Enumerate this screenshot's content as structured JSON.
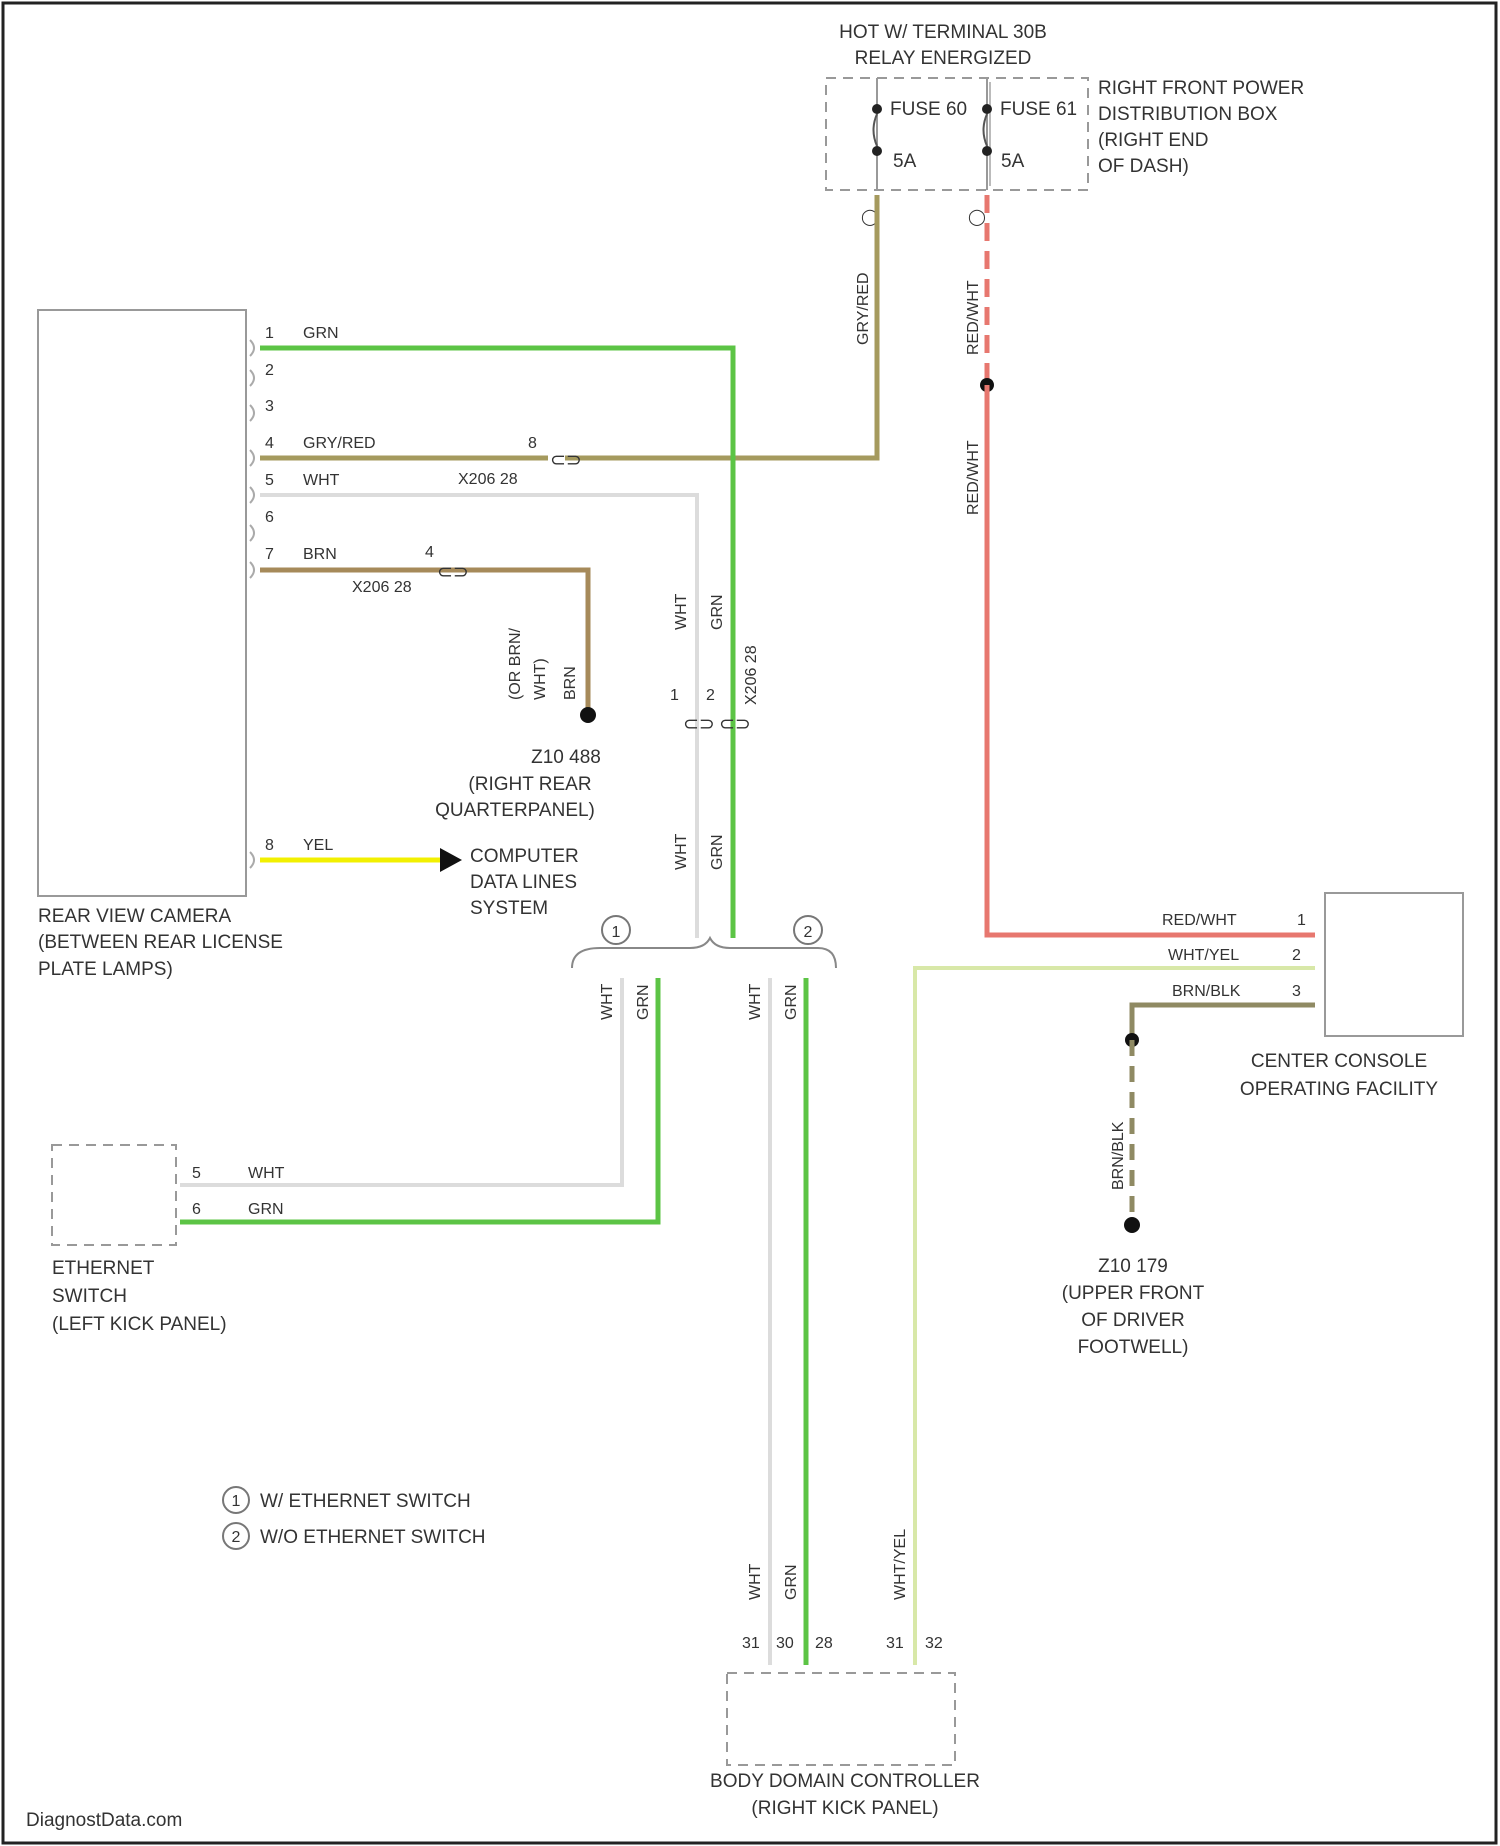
{
  "colors": {
    "grn": "#5cc445",
    "gry_red": "#a59a5e",
    "wht": "#dcdcdc",
    "brn": "#a68a5a",
    "yel": "#f2f000",
    "red": "#e7776f",
    "wht_yel": "#d8e8a8",
    "brn_blk": "#8f8a63",
    "outline": "#999999",
    "text": "#333333"
  },
  "top": {
    "title_line1": "HOT W/ TERMINAL 30B",
    "title_line2": "RELAY ENERGIZED",
    "fuse1_label": "FUSE 60",
    "fuse1_rating": "5A",
    "fuse2_label": "FUSE 61",
    "fuse2_rating": "5A",
    "pdb_line1": "RIGHT FRONT POWER",
    "pdb_line2": "DISTRIBUTION BOX",
    "pdb_line3": "(RIGHT END",
    "pdb_line4": "OF DASH)",
    "wire_left_color": "GRY/RED",
    "wire_right_color": "RED/WHT",
    "wire_right_color2": "RED/WHT"
  },
  "camera": {
    "name_line1": "REAR VIEW CAMERA",
    "name_line2": "(BETWEEN REAR LICENSE",
    "name_line3": "PLATE LAMPS)",
    "pins": [
      "1",
      "2",
      "3",
      "4",
      "5",
      "6",
      "7"
    ],
    "pin1_color": "GRN",
    "pin4_color": "GRY/RED",
    "pin5_color": "WHT",
    "pin7_color": "BRN",
    "pin8": "8",
    "pin8_color": "YEL",
    "conn4_pin": "8",
    "conn4_id": "X206 28",
    "conn7_pin": "4",
    "conn7_id": "X206 28"
  },
  "ground_rear": {
    "wire_line1": "(OR BRN/",
    "wire_line2": "WHT)",
    "wire_line3": "BRN",
    "id": "Z10 488",
    "line1": "(RIGHT REAR",
    "line2": "QUARTERPANEL)"
  },
  "computer": {
    "line1": "COMPUTER",
    "line2": "DATA LINES",
    "line3": "SYSTEM"
  },
  "mid": {
    "wht_label": "WHT",
    "grn_label": "GRN",
    "conn_id": "X206 28",
    "conn_pin_a": "1",
    "conn_pin_b": "2",
    "wht_label_low": "WHT",
    "grn_label_low": "GRN",
    "branch1": "1",
    "branch2": "2",
    "b1_wht": "WHT",
    "b1_grn": "GRN",
    "b2_wht": "WHT",
    "b2_grn": "GRN"
  },
  "ethernet": {
    "pin_a": "5",
    "pin_a_color": "WHT",
    "pin_b": "6",
    "pin_b_color": "GRN",
    "name_line1": "ETHERNET",
    "name_line2": "SWITCH",
    "name_line3": "(LEFT KICK PANEL)"
  },
  "console": {
    "pin1": "1",
    "pin1_color": "RED/WHT",
    "pin2": "2",
    "pin2_color": "WHT/YEL",
    "pin3": "3",
    "pin3_color": "BRN/BLK",
    "name_line1": "CENTER CONSOLE",
    "name_line2": "OPERATING FACILITY"
  },
  "ground_front": {
    "wire_color": "BRN/BLK",
    "id": "Z10 179",
    "line1": "(UPPER FRONT",
    "line2": "OF DRIVER",
    "line3": "FOOTWELL)"
  },
  "legend": {
    "item1_num": "1",
    "item1_text": "W/ ETHERNET SWITCH",
    "item2_num": "2",
    "item2_text": "W/O ETHERNET SWITCH"
  },
  "bdc": {
    "wire_wht": "WHT",
    "wire_grn": "GRN",
    "wire_whtyel": "WHT/YEL",
    "pin_a": "31",
    "pin_b": "30",
    "pin_c": "28",
    "pin_d": "31",
    "pin_e": "32",
    "name_line1": "BODY DOMAIN CONTROLLER",
    "name_line2": "(RIGHT KICK PANEL)"
  },
  "watermark": "DiagnostData.com"
}
